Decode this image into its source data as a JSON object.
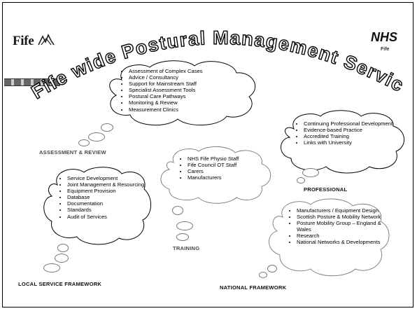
{
  "header": {
    "fife_logo_text": "Fife",
    "nhs_logo_text": "NHS",
    "nhs_sub_text": "Fife",
    "title": "Fife wide Postural Management Service"
  },
  "sections": {
    "assessment": {
      "label": "ASSESSMENT & REVIEW",
      "items": [
        "Assessment of Complex Cases",
        "Advice / Consultancy",
        "Support for Mainstream Staff",
        "Specialist Assessment Tools",
        "Postural Care Pathways",
        "Monitoring & Review",
        "Measurement Clinics"
      ]
    },
    "professional": {
      "label": "PROFESSIONAL",
      "items": [
        "Continuing Professional Development",
        "Evidence-based Practice",
        "Accredited Training",
        "Links with University"
      ]
    },
    "training": {
      "label": "TRAINING",
      "items": [
        "NHS Fife Physio Staff",
        "Fife Council OT Staff",
        "Carers",
        "Manufacturers"
      ]
    },
    "local": {
      "label": "LOCAL SERVICE FRAMEWORK",
      "items": [
        "Service Development",
        "Joint Management & Resourcing",
        "Equipment Provision",
        "Database",
        "Documentation",
        "Standards",
        "Audit of Services"
      ]
    },
    "national": {
      "label": "NATIONAL FRAMEWORK",
      "items": [
        "Manufacturers / Equipment Design",
        "Scottish Posture  & Mobility Network",
        "Posture Mobility Group – England & Wales",
        "Research",
        "National Networks & Developments"
      ]
    }
  }
}
